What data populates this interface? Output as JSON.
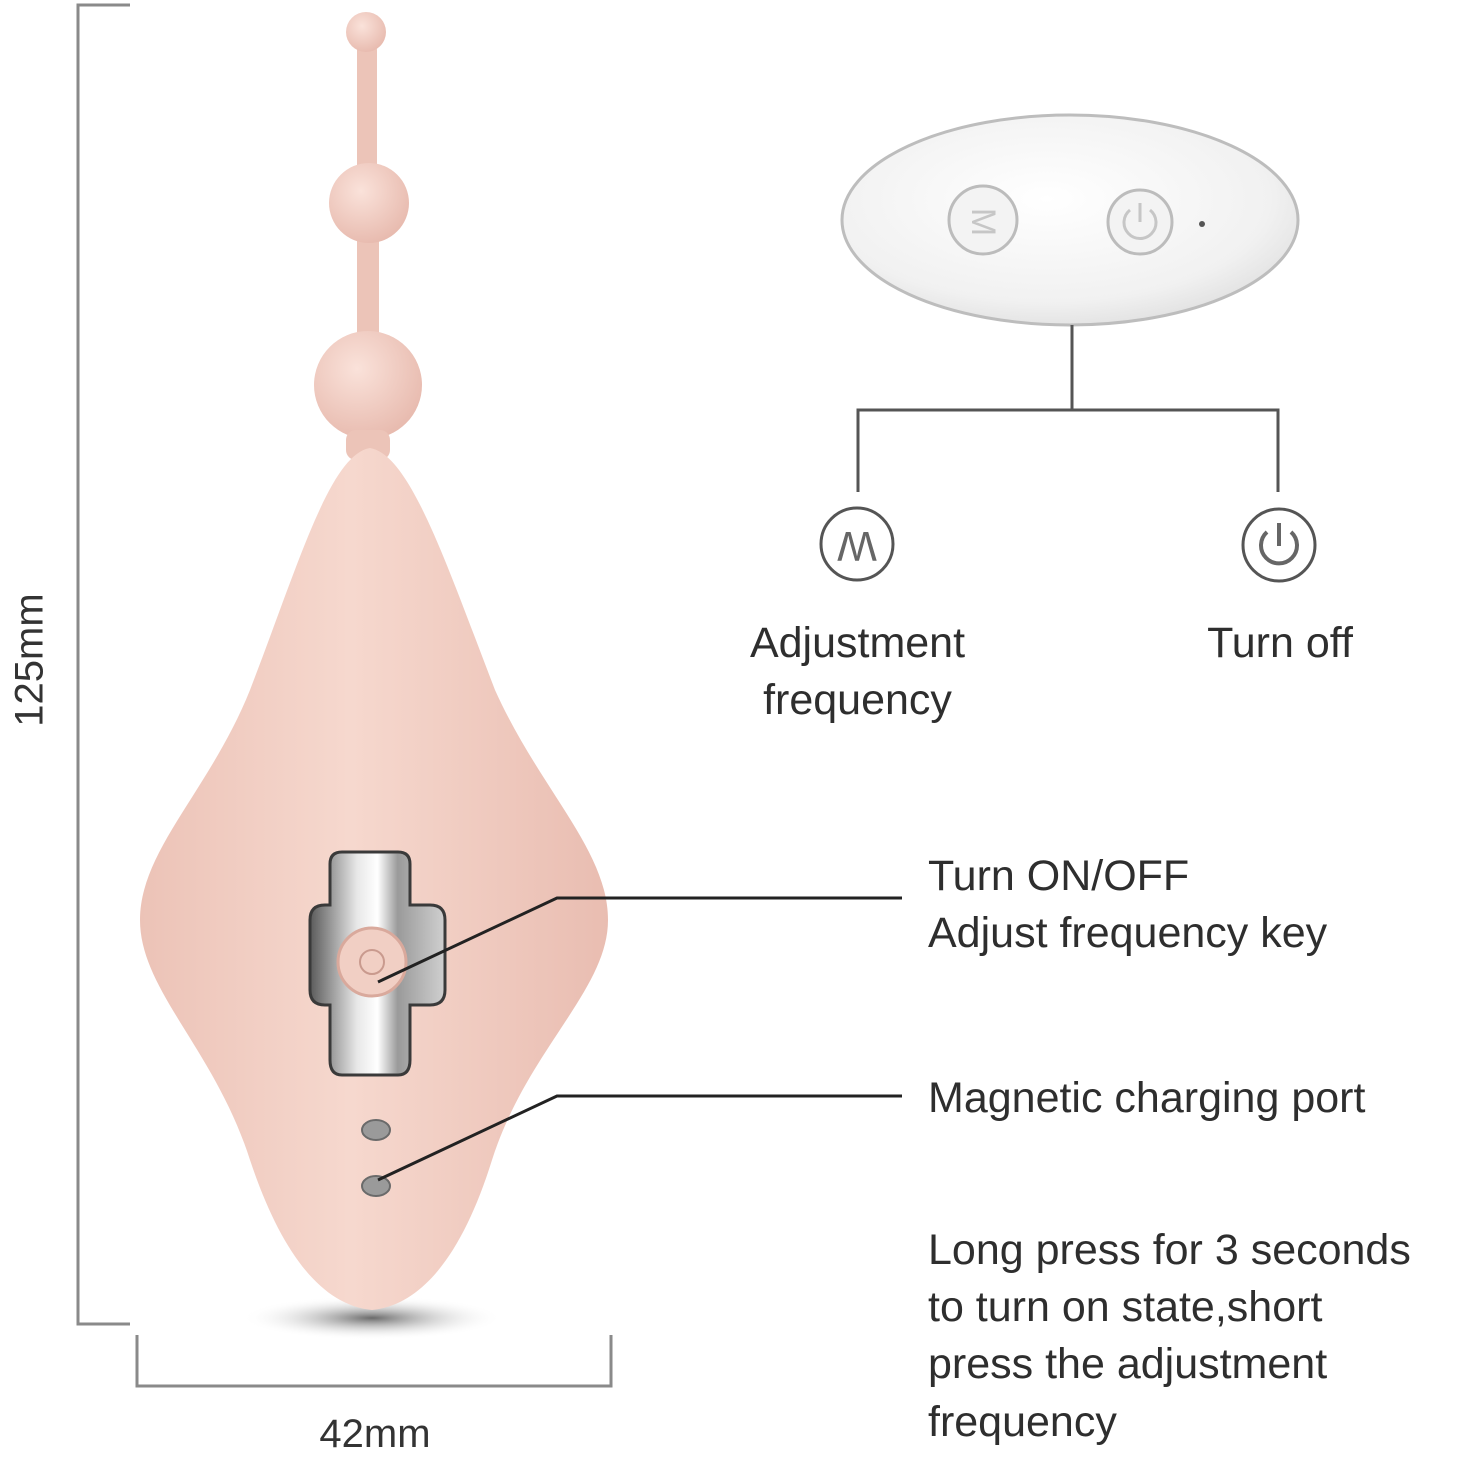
{
  "dimensions": {
    "height_label": "125mm",
    "width_label": "42mm"
  },
  "remote": {
    "m_button_icon": "m-letter-icon",
    "power_button_icon": "power-icon"
  },
  "callouts": {
    "adjustment_frequency": {
      "line1": "Adjustment",
      "line2": "frequency"
    },
    "turn_off": "Turn off",
    "on_off_key": {
      "line1": "Turn ON/OFF",
      "line2": "Adjust frequency key"
    },
    "charging_port": "Magnetic charging port",
    "instructions": {
      "line1": "Long press for 3 seconds",
      "line2": "to turn on state,short",
      "line3": "press the adjustment",
      "line4": "frequency"
    }
  },
  "colors": {
    "device_pink": "#f3d0c5",
    "remote_white": "#f4f4f4",
    "line_gray": "#555555"
  }
}
